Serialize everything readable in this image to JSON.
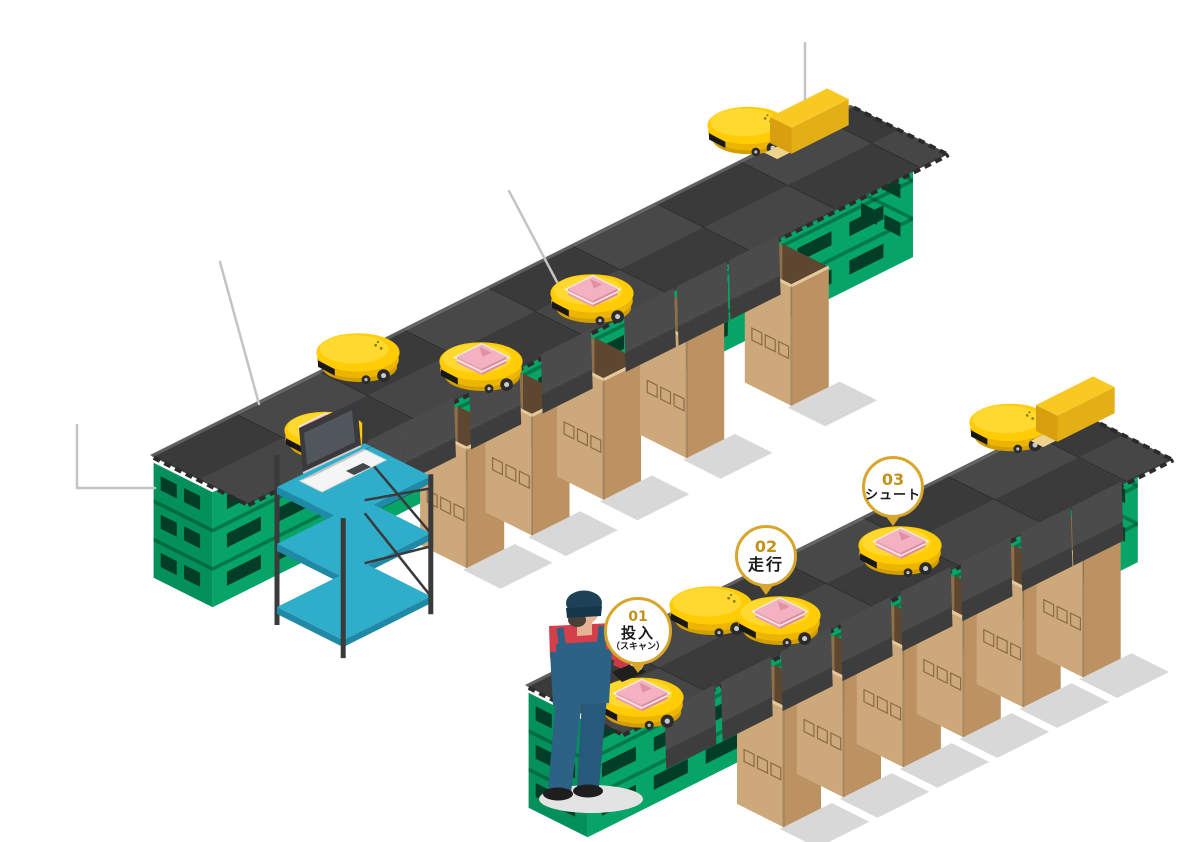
{
  "steps": [
    {
      "number": "01",
      "label": "投入",
      "sublabel": "（スキャン）"
    },
    {
      "number": "02",
      "label": "走行",
      "sublabel": ""
    },
    {
      "number": "03",
      "label": "シュート",
      "sublabel": ""
    }
  ],
  "objects": {
    "platform": "sorting-platform",
    "pallet_base": "green-pallet-base",
    "robot": "sorting-robot",
    "parcel": "parcel-tote",
    "chute_box": "cardboard-chute-box",
    "chute_flap": "chute-flap",
    "station": "induction-station",
    "cart": "laptop-cart",
    "laptop": "laptop",
    "operator": "operator-scanning",
    "scanner": "handheld-scanner",
    "callout": "callout-line"
  },
  "palette": {
    "bg": "#FFFFFF",
    "platform_dark": "#3F3F3F",
    "platform_edge": "#2B2B2B",
    "flap_gray": "#4B4B4B",
    "pallet_green": "#07A467",
    "pallet_green_dark": "#04905A",
    "pallet_slot": "#023D27",
    "box_tan_light": "#CDA87A",
    "box_tan_dark": "#BC9263",
    "box_inner": "#8F7048",
    "box_rim": "#E4C99D",
    "box_print": "#8A6B44",
    "shadow_gray": "#D8D8D8",
    "robot_yellow": "#FFCC05",
    "robot_hi": "#FFD935",
    "robot_shade1": "#EDB403",
    "robot_shade2": "#D29E00",
    "parcel_rim": "#EFECE4",
    "parcel_pink": "#F3B1C1",
    "parcel_pink_dark": "#E18FA3",
    "parcel_side1": "#EBA0B2",
    "parcel_side2": "#DD8CA0",
    "station_top": "#F7C922",
    "station_front": "#E4AF14",
    "station_side": "#D8A00E",
    "cart_teal": "#2FAECB",
    "cart_teal_dark": "#1F89A6",
    "cart_frame": "#3A3A3A",
    "worker_navy": "#2B6285",
    "worker_navy_dark": "#275A7A",
    "worker_red": "#D4404A",
    "worker_red_dark": "#C93B45",
    "skin": "#E7B394",
    "cap_navy": "#1D4258",
    "cap_band": "#16374A",
    "hair": "#4A4136",
    "shoe": "#1E1E1E",
    "worker_shadow": "#E3E3E3",
    "accent_gold": "#D9A62B",
    "accent_gold_text": "#C29118",
    "text_dark": "#1A1A1A",
    "callout_gray": "#C4C4C4"
  }
}
